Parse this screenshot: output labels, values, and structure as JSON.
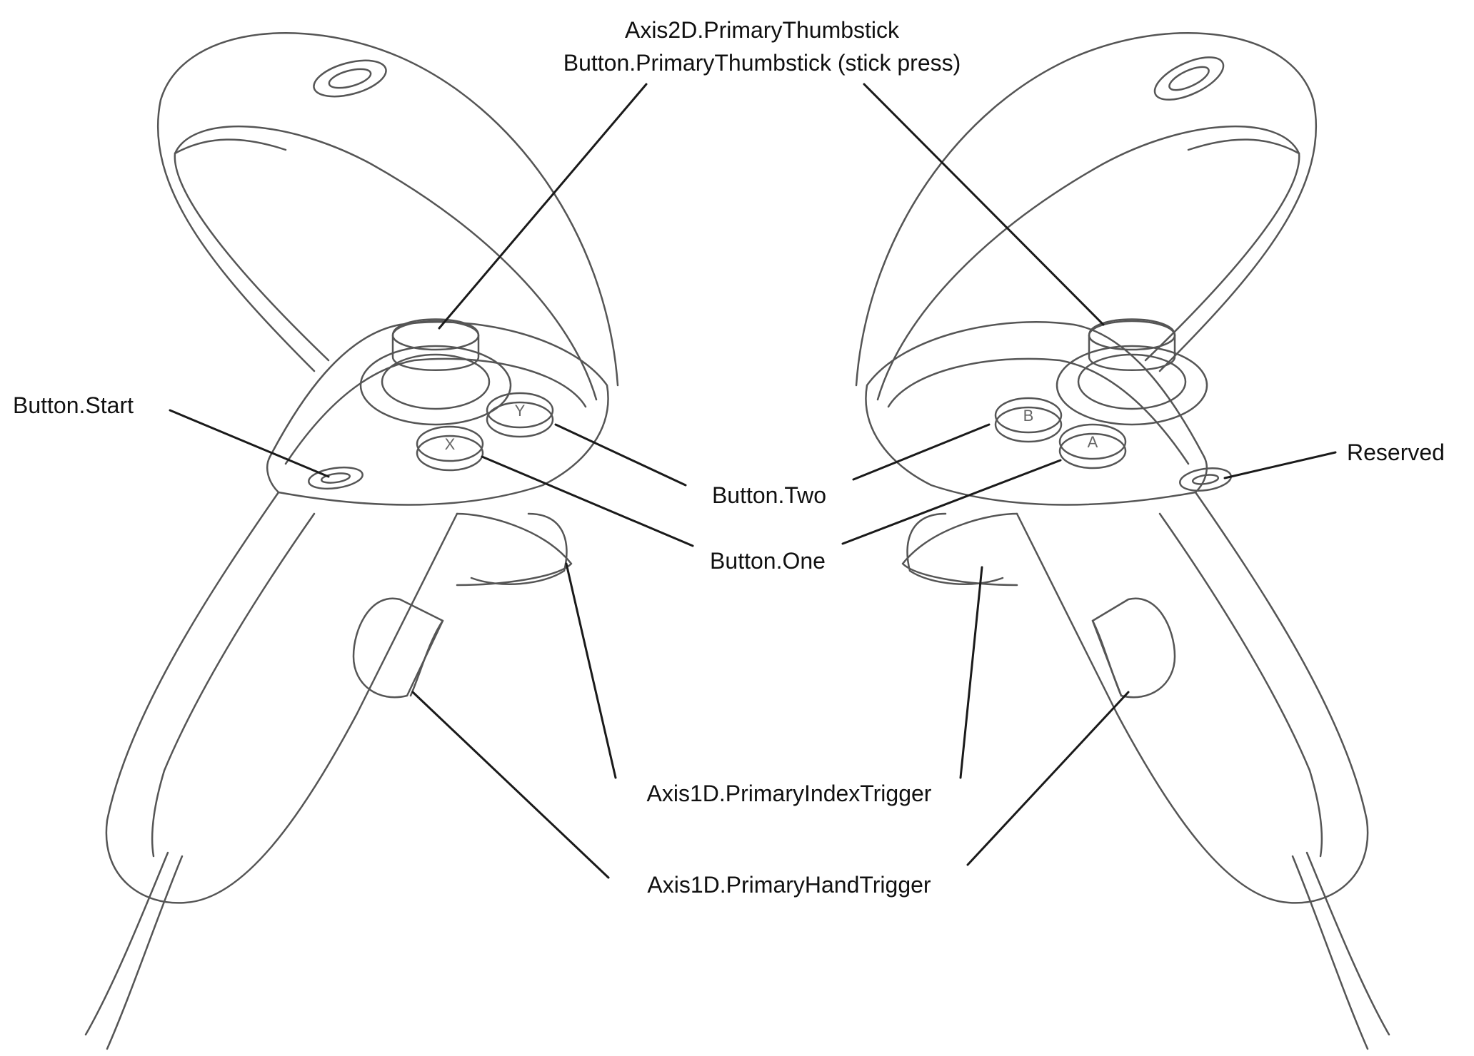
{
  "labels": {
    "thumbstick_axis": "Axis2D.PrimaryThumbstick",
    "thumbstick_press": "Button.PrimaryThumbstick (stick press)",
    "button_start": "Button.Start",
    "reserved": "Reserved",
    "button_two": "Button.Two",
    "button_one": "Button.One",
    "index_trigger": "Axis1D.PrimaryIndexTrigger",
    "hand_trigger": "Axis1D.PrimaryHandTrigger"
  },
  "face_buttons": {
    "left_upper": "Y",
    "left_lower": "X",
    "right_upper": "B",
    "right_lower": "A"
  },
  "colors": {
    "line": "#1a1a1a",
    "outline": "#555555",
    "background": "#ffffff"
  }
}
